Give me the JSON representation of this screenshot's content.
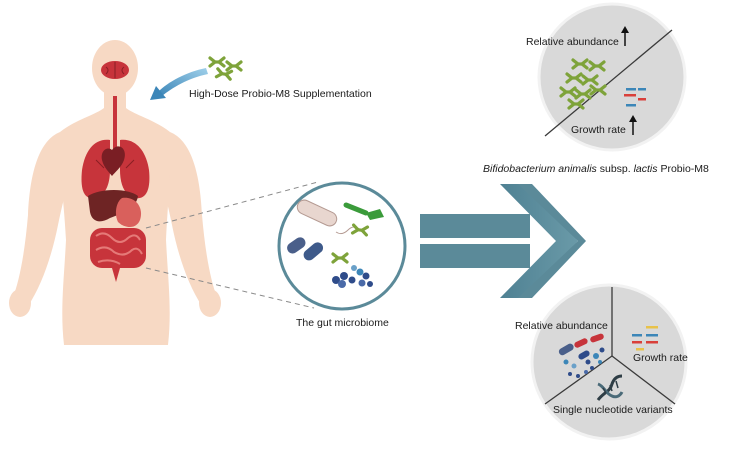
{
  "labels": {
    "supplementation": "High-Dose Probio-M8 Supplementation",
    "gut_microbiome": "The gut microbiome",
    "species_italic": "Bifidobacterium animalis",
    "species_mid": " subsp. ",
    "species_italic2": "lactis",
    "species_end": " Probio-M8",
    "top_relative_abundance": "Relative abundance",
    "top_growth_rate": "Growth rate",
    "bottom_relative_abundance": "Relative abundance",
    "bottom_growth_rate": "Growth rate",
    "bottom_snv": "Single nucleotide variants"
  },
  "colors": {
    "skin": "#f7d9c4",
    "organ_red": "#c7343b",
    "liver": "#8a2a2a",
    "arrow_teal": "#5b8a99",
    "probiotic_green": "#7ea33a",
    "circle_gray": "#d9d9d9",
    "circle_border": "#ffffff"
  }
}
